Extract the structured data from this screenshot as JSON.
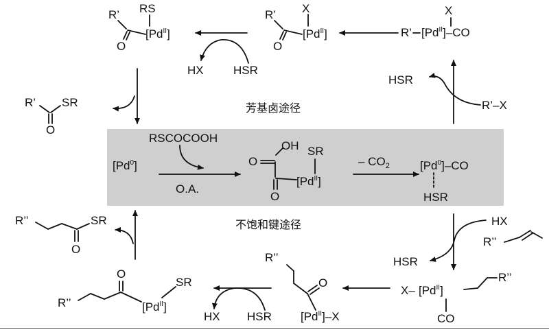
{
  "pathway_labels": {
    "aryl_halide_route": "芳基卤途径",
    "unsaturated_bond_route": "不饱和键途径"
  },
  "reagents": {
    "rscocooh": "RSCOCOOH",
    "oxidative_addition": "O.A.",
    "decarboxylation_minus": "– CO",
    "decarboxylation_sub": "2",
    "hsr": "HSR",
    "hx": "HX",
    "aryl_halide": "R’–X"
  },
  "species": {
    "pd0": {
      "bracket_open": "[Pd",
      "sup": "0",
      "bracket_close": "]"
    },
    "pd0_co": {
      "bracket_open": "[Pd",
      "sup": "0",
      "close_co": "]–CO",
      "below": "HSR"
    },
    "pd2_oxalyl": {
      "top_oh": "OH",
      "top_sr": "SR",
      "left_o": "O",
      "bottom_o": "O",
      "pd": "[Pd",
      "sup": "II",
      "close": "]"
    },
    "pd2_aryl_co": {
      "top_x": "X",
      "r_prime": "R’",
      "pd": "[Pd",
      "sup": "II",
      "close_co": "]–CO"
    },
    "pd2_acyl_x": {
      "top_x": "X",
      "r_prime": "R’",
      "o": "O",
      "pd": "[Pd",
      "sup": "II",
      "close": "]"
    },
    "pd2_acyl_sr": {
      "top_rs": "RS",
      "r_prime": "R’",
      "o": "O",
      "pd": "[Pd",
      "sup": "II",
      "close": "]"
    },
    "thioester_aryl": {
      "r_prime": "R’",
      "sr": "SR",
      "o": "O"
    },
    "alkene": {
      "r_dprime": "R’’"
    },
    "pd2_alkyl": {
      "x": "X–",
      "pd": "[Pd",
      "sup": "II",
      "close": "]",
      "r_dprime": "R’’",
      "co": "CO"
    },
    "pd2_acyl_alkyl_x": {
      "r_dprime": "R’’",
      "o": "O",
      "pd": "[Pd",
      "sup": "II",
      "close_x": "]–X"
    },
    "pd2_acyl_alkyl_sr": {
      "r_dprime": "R’’",
      "o": "O",
      "sr": "SR",
      "pd": "[Pd",
      "sup": "II",
      "close": "]"
    },
    "thioester_alkyl": {
      "r_dprime": "R’’",
      "sr": "SR",
      "o": "O"
    }
  },
  "colors": {
    "band": "#cfcfcf",
    "ink": "#111111"
  }
}
